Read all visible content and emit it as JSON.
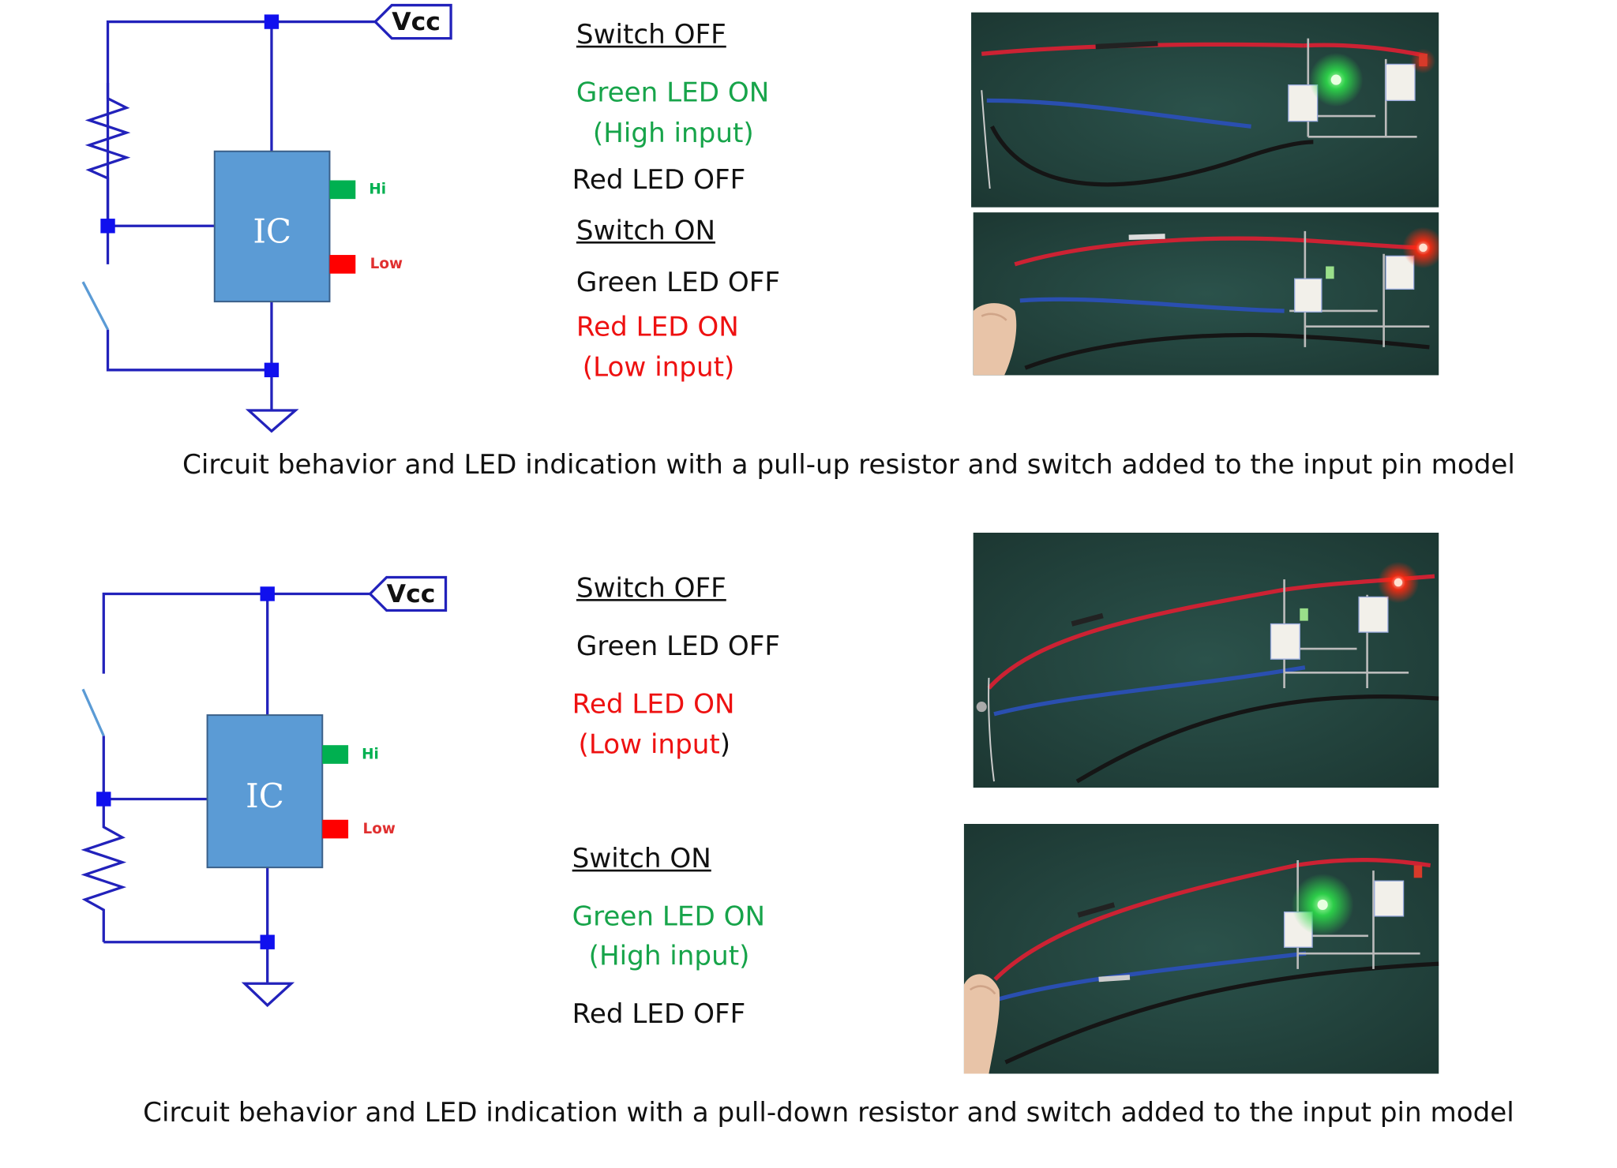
{
  "colors": {
    "wire": "#2222bb",
    "node": "#1010ee",
    "ic_fill": "#5b9bd5",
    "hi_pad": "#00b050",
    "low_pad": "#ff0000",
    "switch": "#5b9bd5",
    "led_on_green": "#18a84a",
    "led_on_red": "#ee1111",
    "board": "#264a44"
  },
  "pullup": {
    "vcc_label": "Vcc",
    "ic_label": "IC",
    "hi_label": "Hi",
    "low_label": "Low",
    "switch_off": {
      "heading": "Switch OFF",
      "green": "Green LED ON",
      "green_note": "(High input)",
      "red": "Red LED OFF"
    },
    "switch_on": {
      "heading": "Switch ON",
      "green": "Green LED OFF",
      "red": "Red LED ON",
      "red_note": "(Low input)"
    },
    "caption": "Circuit behavior and LED indication with a pull-up resistor and switch added to the input pin model"
  },
  "pulldown": {
    "vcc_label": "Vcc",
    "ic_label": "IC",
    "hi_label": "Hi",
    "low_label": "Low",
    "switch_off": {
      "heading": "Switch OFF",
      "green": "Green LED OFF",
      "red": "Red LED ON",
      "red_note_open": "(",
      "red_note_body": "Low input",
      "red_note_close": ")"
    },
    "switch_on": {
      "heading": "Switch ON",
      "green": "Green LED ON",
      "green_note": "(High input)",
      "red": "Red LED OFF"
    },
    "caption": "Circuit behavior and LED indication with a pull-down resistor and switch added to the input pin model"
  }
}
